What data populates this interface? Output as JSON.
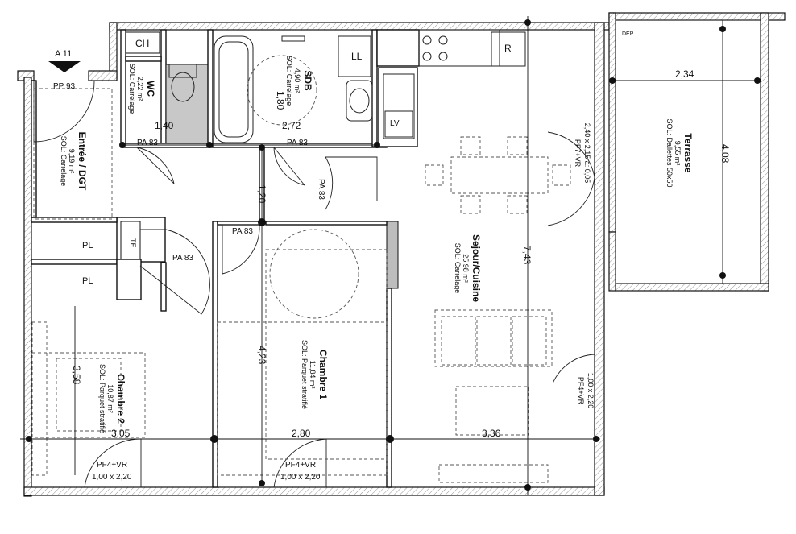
{
  "marker": {
    "label": "A 11",
    "pp": "PP 93"
  },
  "rooms": {
    "entree": {
      "name": "Entrée / DGT",
      "area": "9,19 m²",
      "floor": "SOL: Carrelage"
    },
    "wc": {
      "name": "WC",
      "area": "2,22 m²",
      "floor": "SOL: Carrelage"
    },
    "sdb": {
      "name": "SDB",
      "area": "4,90 m²",
      "floor": "SOL: Carrelage"
    },
    "sejour": {
      "name": "Sejour/Cuisine",
      "area": "25,98 m²",
      "floor": "SOL: Carrelage"
    },
    "terrasse": {
      "name": "Terrasse",
      "area": "9,55 m²",
      "floor": "SOL: Dallettes 50x50"
    },
    "chambre1": {
      "name": "Chambre 1",
      "area": "11,84 m²",
      "floor": "SOL: Parquet stratifié"
    },
    "chambre2": {
      "name": "Chambre 2",
      "area": "10,87 m²",
      "floor": "SOL: Parquet stratifié"
    }
  },
  "fixtures": {
    "ch": "CH",
    "ll": "LL",
    "r": "R",
    "lv": "LV",
    "te": "TE",
    "pl1": "PL",
    "pl2": "PL",
    "dep": "DEP"
  },
  "doors": {
    "pa_wc": "PA 83",
    "pa_sdb": "PA 83",
    "pa_hall": "PA 83",
    "pa_ch1": "PA 83",
    "pa_ch2": "PA 83",
    "pf_terrasse": "PF7+VR",
    "pf_terrasse_size": "2,40 x 2,15 a: 0,05",
    "pf_sejour": "PF4+VR",
    "pf_sejour_size": "1,00 x 2,20",
    "pf_ch2": "PF4+VR",
    "pf_ch2_size": "1,00 x 2,20",
    "pf_ch1": "PF4+VR",
    "pf_ch1_size": "1,00 x 2,20"
  },
  "dimensions": {
    "d_140": "1,40",
    "d_272": "2,72",
    "d_180": "1,80",
    "d_120": "1,20",
    "d_743": "7,43",
    "d_234": "2,34",
    "d_408": "4,08",
    "d_423": "4,23",
    "d_358": "3,58",
    "d_305": "3,05",
    "d_280": "2,80",
    "d_336": "3,36"
  }
}
